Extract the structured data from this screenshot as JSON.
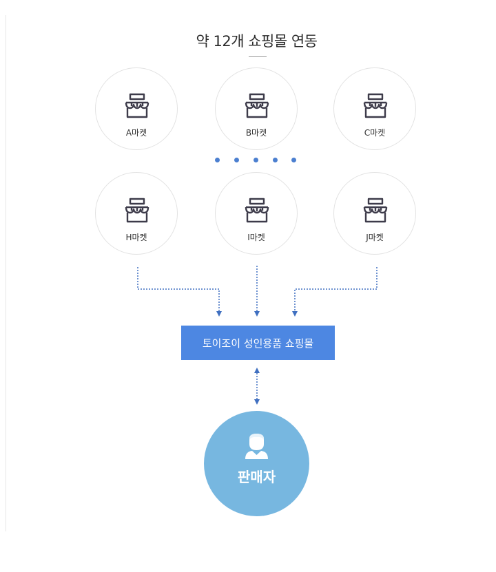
{
  "title": "약 12개 쇼핑몰 연동",
  "markets_top": [
    {
      "label": "A마켓",
      "icon": "store-icon"
    },
    {
      "label": "B마켓",
      "icon": "store-icon"
    },
    {
      "label": "C마켓",
      "icon": "store-icon"
    }
  ],
  "markets_bottom": [
    {
      "label": "H마켓",
      "icon": "store-icon"
    },
    {
      "label": "I마켓",
      "icon": "store-icon"
    },
    {
      "label": "J마켓",
      "icon": "store-icon"
    }
  ],
  "ellipsis_icon": "dots-icon",
  "mall": {
    "label": "토이조이 성인용품 쇼핑몰"
  },
  "seller": {
    "label": "판매자",
    "icon": "person-icon"
  },
  "colors": {
    "accent_blue": "#4d87e2",
    "seller_blue": "#77b7e0",
    "dot_blue": "#4b7fd0",
    "connector": "#3f6fc0",
    "icon_stroke": "#3d3b4a"
  }
}
